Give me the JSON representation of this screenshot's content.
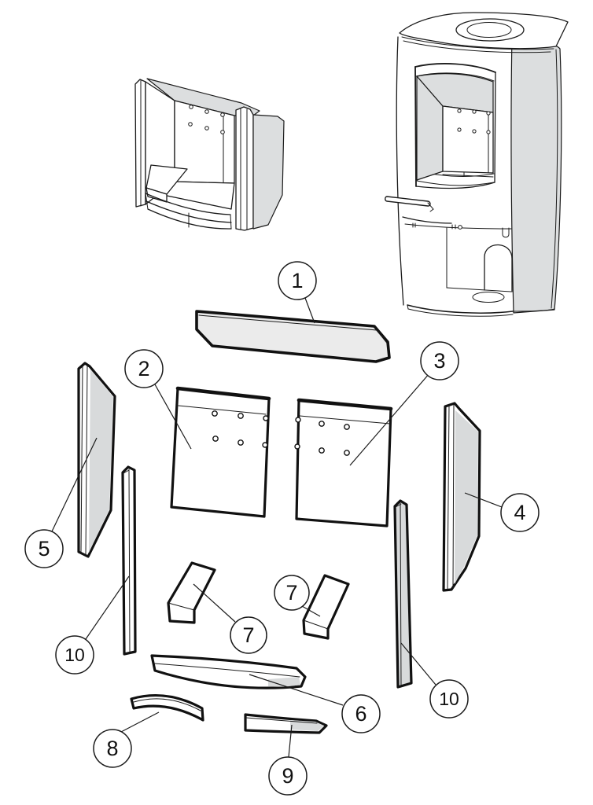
{
  "figure": {
    "type": "exploded-parts-diagram",
    "background_color": "#ffffff",
    "line_color": "#1a1a1a",
    "panel_shade_color": "#d8dadb",
    "slab_shade_color": "#ebebeb"
  },
  "callouts": [
    {
      "label": "1"
    },
    {
      "label": "2"
    },
    {
      "label": "3"
    },
    {
      "label": "4"
    },
    {
      "label": "5"
    },
    {
      "label": "6"
    },
    {
      "label": "7"
    },
    {
      "label": "7"
    },
    {
      "label": "8"
    },
    {
      "label": "9"
    },
    {
      "label": "10"
    },
    {
      "label": "10"
    }
  ]
}
